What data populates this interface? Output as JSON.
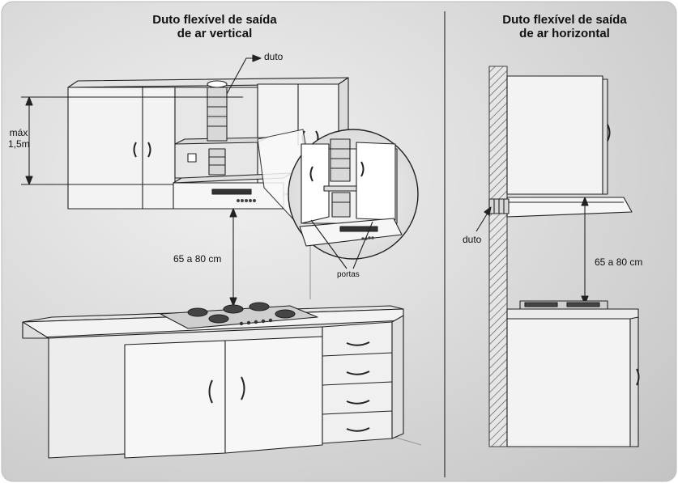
{
  "left_panel": {
    "title_line1": "Duto flexível de saída",
    "title_line2": "de ar vertical",
    "duct_label": "duto",
    "max_height_line1": "máx",
    "max_height_line2": "1,5m",
    "distance_label": "65 a 80 cm",
    "doors_label": "portas"
  },
  "right_panel": {
    "title_line1": "Duto flexível de saída",
    "title_line2": "de ar horizontal",
    "duct_label": "duto",
    "distance_label": "65 a 80 cm"
  },
  "colors": {
    "background_start": "#e9e9e9",
    "background_end": "#c9c9c9",
    "line": "#222222",
    "panel_fill": "#f2f2f2"
  }
}
